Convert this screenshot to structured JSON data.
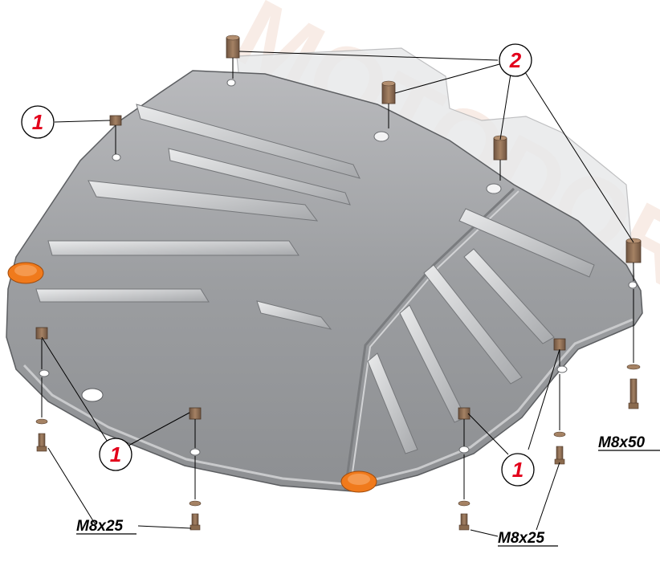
{
  "diagram": {
    "watermark_text": "MOTODOR ECO",
    "colors": {
      "plate": "#9ea0a3",
      "plate_dark": "#7d7f82",
      "plate_light": "#d9dadc",
      "fastener": "#8a6a4e",
      "plug": "#f07a1c",
      "callout_text": "#e3001b",
      "watermark": "#f6e7e0"
    },
    "callouts": [
      {
        "id": "c1a",
        "number": "1"
      },
      {
        "id": "c2",
        "number": "2"
      },
      {
        "id": "c1b",
        "number": "1"
      },
      {
        "id": "c1c",
        "number": "1"
      }
    ],
    "bolt_labels": {
      "left": "M8x25",
      "center": "M8x25",
      "right": "M8x50"
    },
    "icons": {
      "spacer": "spacer-bushing-icon",
      "bolt": "bolt-icon",
      "washer": "washer-icon",
      "plug": "drain-plug-icon"
    }
  }
}
